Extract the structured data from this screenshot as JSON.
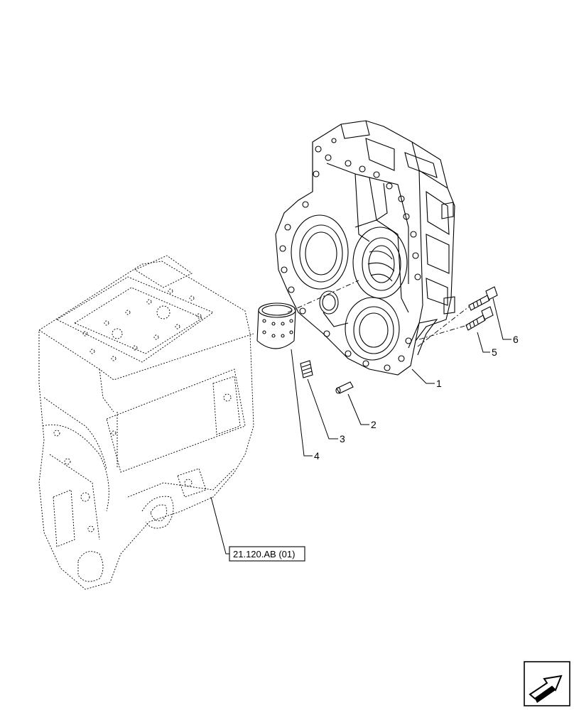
{
  "diagram": {
    "callouts": [
      {
        "id": "1",
        "label": "1"
      },
      {
        "id": "2",
        "label": "2"
      },
      {
        "id": "3",
        "label": "3"
      },
      {
        "id": "4",
        "label": "4"
      },
      {
        "id": "5",
        "label": "5"
      },
      {
        "id": "6",
        "label": "6"
      }
    ],
    "reference_label": "21.120.AB (01)",
    "nav_icon": "arrow-box-icon"
  }
}
